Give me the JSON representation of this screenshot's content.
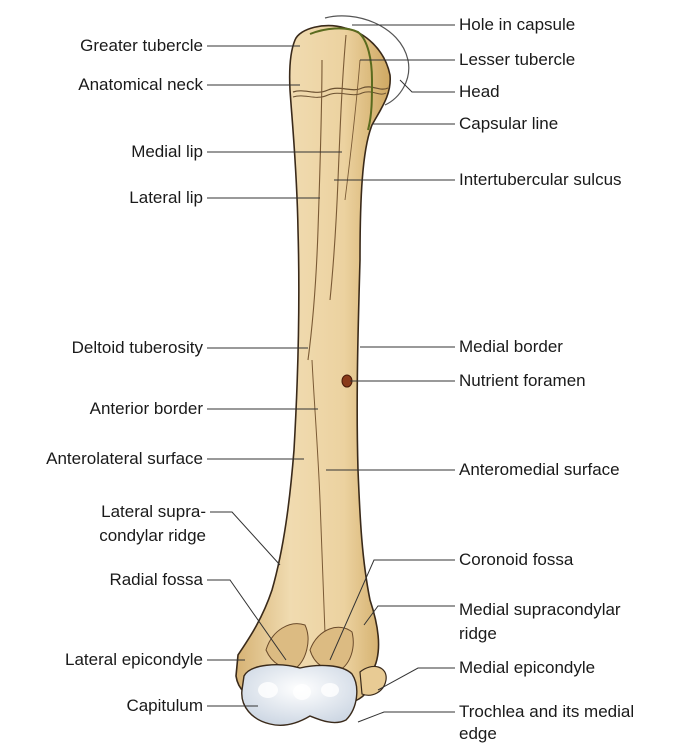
{
  "labels": {
    "greater_tubercle": "Greater tubercle",
    "anatomical_neck": "Anatomical neck",
    "medial_lip": "Medial lip",
    "lateral_lip": "Lateral lip",
    "deltoid_tuberosity": "Deltoid tuberosity",
    "anterior_border": "Anterior border",
    "anterolateral_surface": "Anterolateral surface",
    "lateral_supracondylar_ridge_1": "Lateral supra-",
    "lateral_supracondylar_ridge_2": "condylar ridge",
    "radial_fossa": "Radial fossa",
    "lateral_epicondyle": "Lateral epicondyle",
    "capitulum": "Capitulum",
    "hole_in_capsule": "Hole in capsule",
    "lesser_tubercle": "Lesser tubercle",
    "head": "Head",
    "capsular_line": "Capsular line",
    "intertubercular_sulcus": "Intertubercular sulcus",
    "medial_border": "Medial border",
    "nutrient_foramen": "Nutrient foramen",
    "anteromedial_surface": "Anteromedial surface",
    "coronoid_fossa": "Coronoid fossa",
    "medial_supracondylar_ridge_1": "Medial supracondylar",
    "medial_supracondylar_ridge_2": "ridge",
    "medial_epicondyle": "Medial epicondyle",
    "trochlea_1": "Trochlea and its medial",
    "trochlea_2": "edge"
  },
  "colors": {
    "bone_fill": "#ecd3a2",
    "bone_shade": "#d9b67a",
    "bone_outline": "#3a2a1a",
    "capsular_line": "#5a6b1e",
    "articular_cartilage": "#dce4ee",
    "leader_line": "#333333"
  }
}
